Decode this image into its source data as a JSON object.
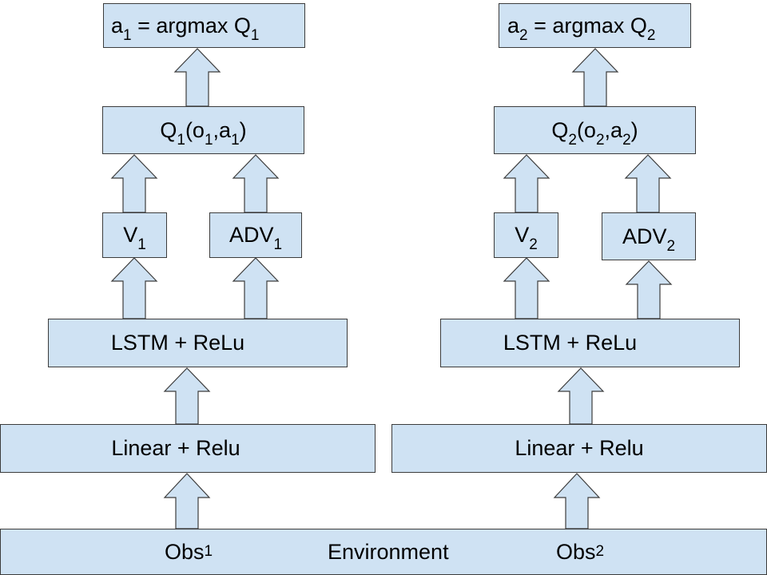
{
  "agent1": {
    "action": {
      "a": "a",
      "a_sub": "1",
      "eq": " = argmax Q",
      "q_sub": "1"
    },
    "q": {
      "q": "Q",
      "q_sub": "1",
      "open": "(o",
      "o_sub": "1",
      "comma": ",a",
      "a_sub": "1",
      "close": ")"
    },
    "v": {
      "label": "V",
      "sub": "1"
    },
    "adv": {
      "label": "ADV",
      "sub": "1"
    },
    "lstm": "LSTM + ReLu",
    "linear": "Linear + Relu"
  },
  "agent2": {
    "action": {
      "a": "a",
      "a_sub": "2",
      "eq": " = argmax Q",
      "q_sub": "2"
    },
    "q": {
      "q": "Q",
      "q_sub": "2",
      "open": "(o",
      "o_sub": "2",
      "comma": ",a",
      "a_sub": "2",
      "close": ")"
    },
    "v": {
      "label": "V",
      "sub": "2"
    },
    "adv": {
      "label": "ADV",
      "sub": "2"
    },
    "lstm": "LSTM + ReLu",
    "linear": "Linear + Relu"
  },
  "environment": {
    "obs1": {
      "label": "Obs",
      "sub": "1"
    },
    "label": "Environment",
    "obs2": {
      "label": "Obs",
      "sub": "2"
    }
  }
}
